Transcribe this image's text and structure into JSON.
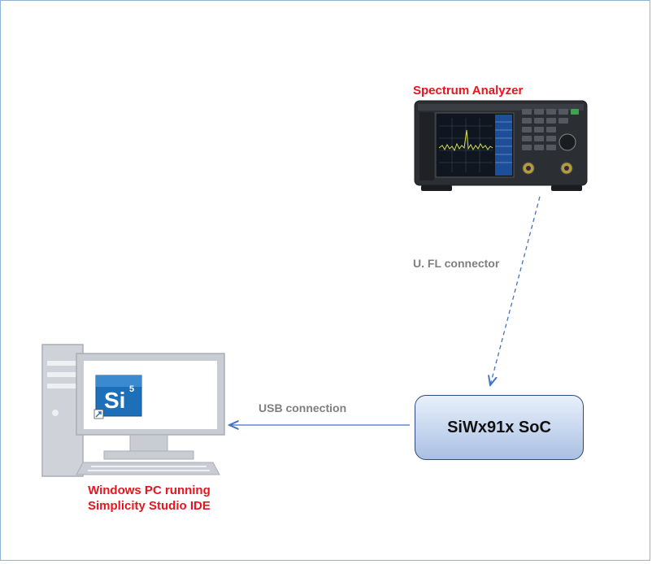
{
  "labels": {
    "spectrum_analyzer": "Spectrum Analyzer",
    "ufl_connector": "U. FL connector",
    "usb_connection": "USB connection",
    "soc": "SiWx91x SoC",
    "pc_line1": "Windows PC running",
    "pc_line2": "Simplicity Studio IDE",
    "studio_logo": "Si",
    "studio_logo_sup": "5"
  },
  "colors": {
    "caption_red": "#e8141e",
    "connector_grey": "#7f7f7f",
    "arrow_blue": "#4472c4",
    "frame_border": "#8fb2d8",
    "computer_grey": "#c9cdd3"
  },
  "icons": [
    "computer-icon",
    "simplicity-studio-icon",
    "spectrum-analyzer-icon"
  ]
}
